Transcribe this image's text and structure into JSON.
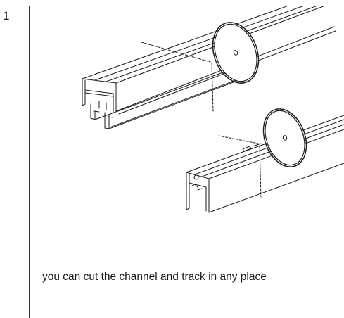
{
  "step": {
    "number": "1"
  },
  "caption": {
    "text": "you can cut the channel and track in any place"
  },
  "figure": {
    "subjects": [
      "channel",
      "track",
      "circular-saw-blade"
    ],
    "line_color": "#1a1a1a",
    "background": "#ffffff"
  }
}
